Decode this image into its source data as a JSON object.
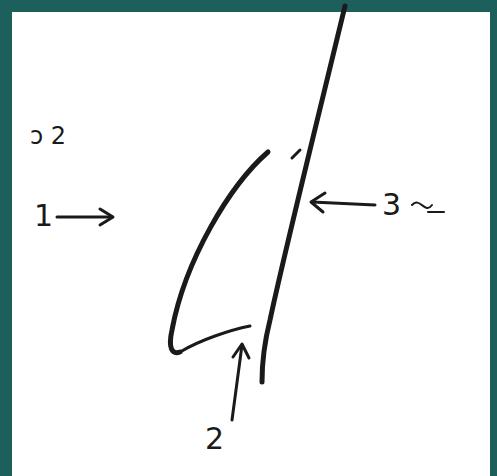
{
  "diagram": {
    "labels": [
      "ɔ 2",
      "1",
      "3",
      "2"
    ]
  }
}
